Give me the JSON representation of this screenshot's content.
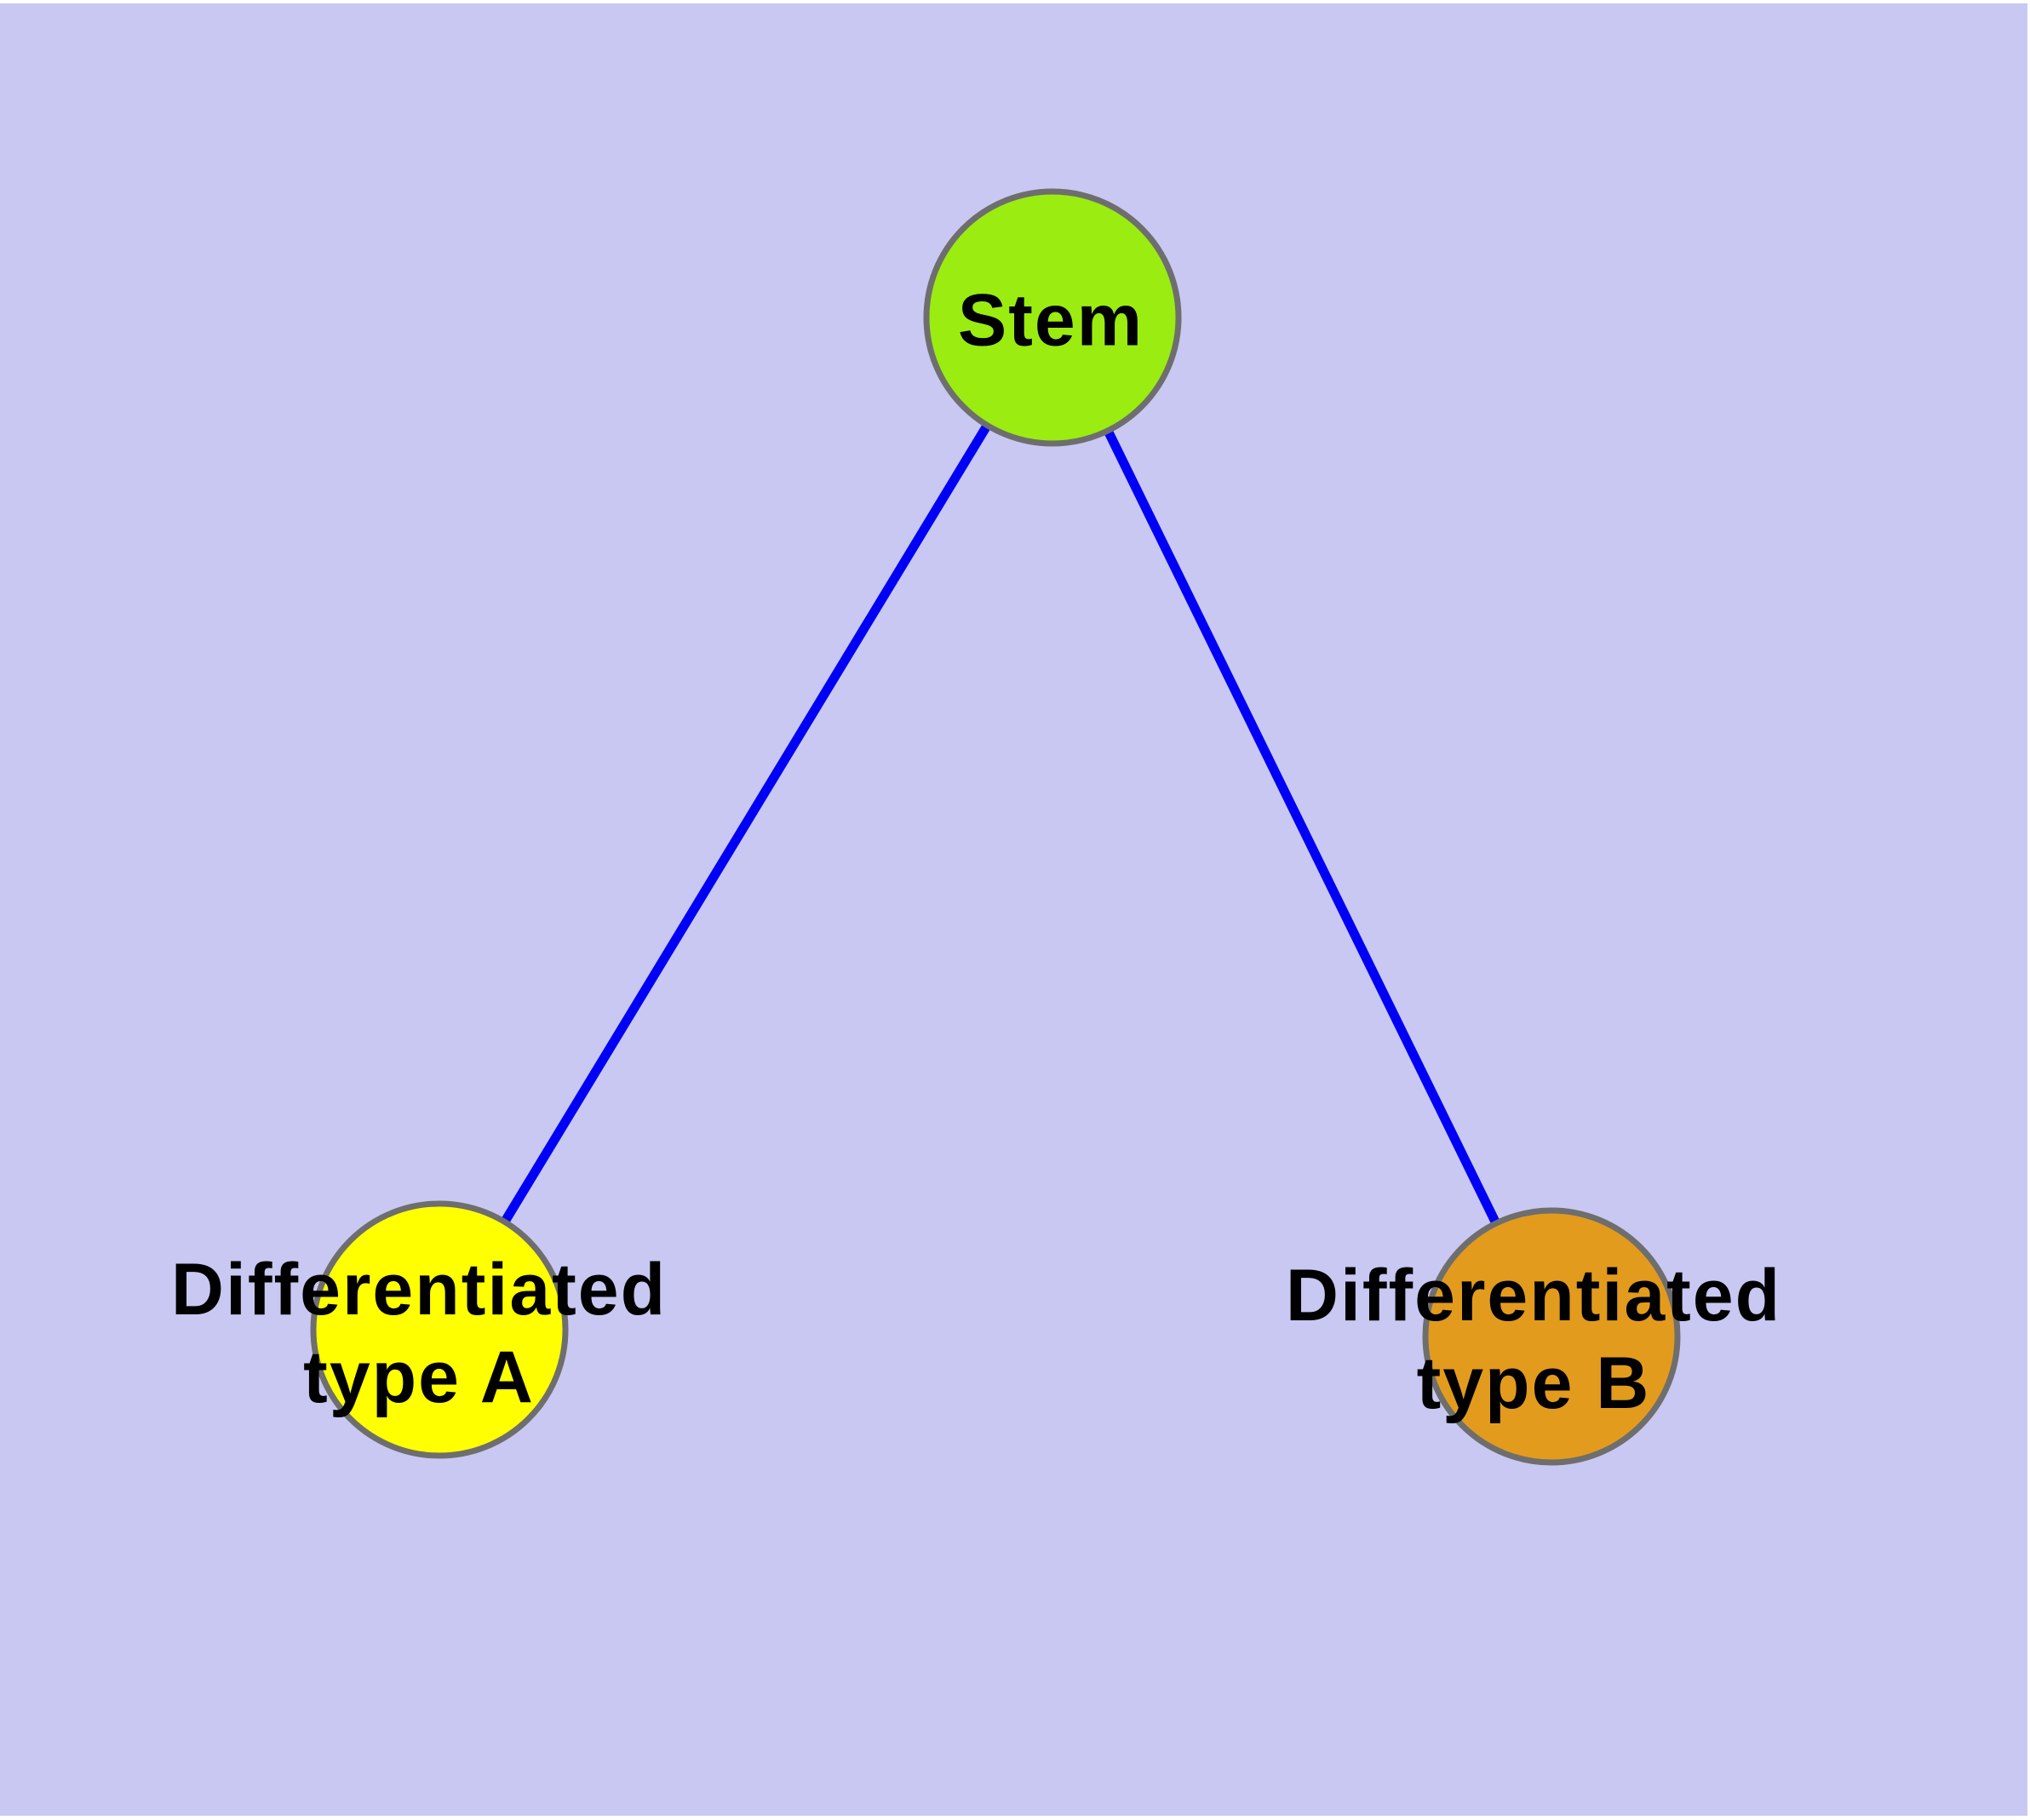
{
  "diagram": {
    "page_color": "#FFFFFF",
    "background_color": "#C8C8F2",
    "edge_color": "#0000F5",
    "node_border_color": "#6E6E6E",
    "nodes": [
      {
        "id": "stem",
        "label": "Stem",
        "fill": "#9BEC11"
      },
      {
        "id": "type-a",
        "label_line1": "Differentiated",
        "label_line2": "type A",
        "fill": "#FFFF00"
      },
      {
        "id": "type-b",
        "label_line1": "Differentiated",
        "label_line2": "type B",
        "fill": "#E39B1E"
      }
    ],
    "edges": [
      {
        "from": "Stem",
        "to": "Differentiated type A"
      },
      {
        "from": "Stem",
        "to": "Differentiated type B"
      }
    ]
  }
}
